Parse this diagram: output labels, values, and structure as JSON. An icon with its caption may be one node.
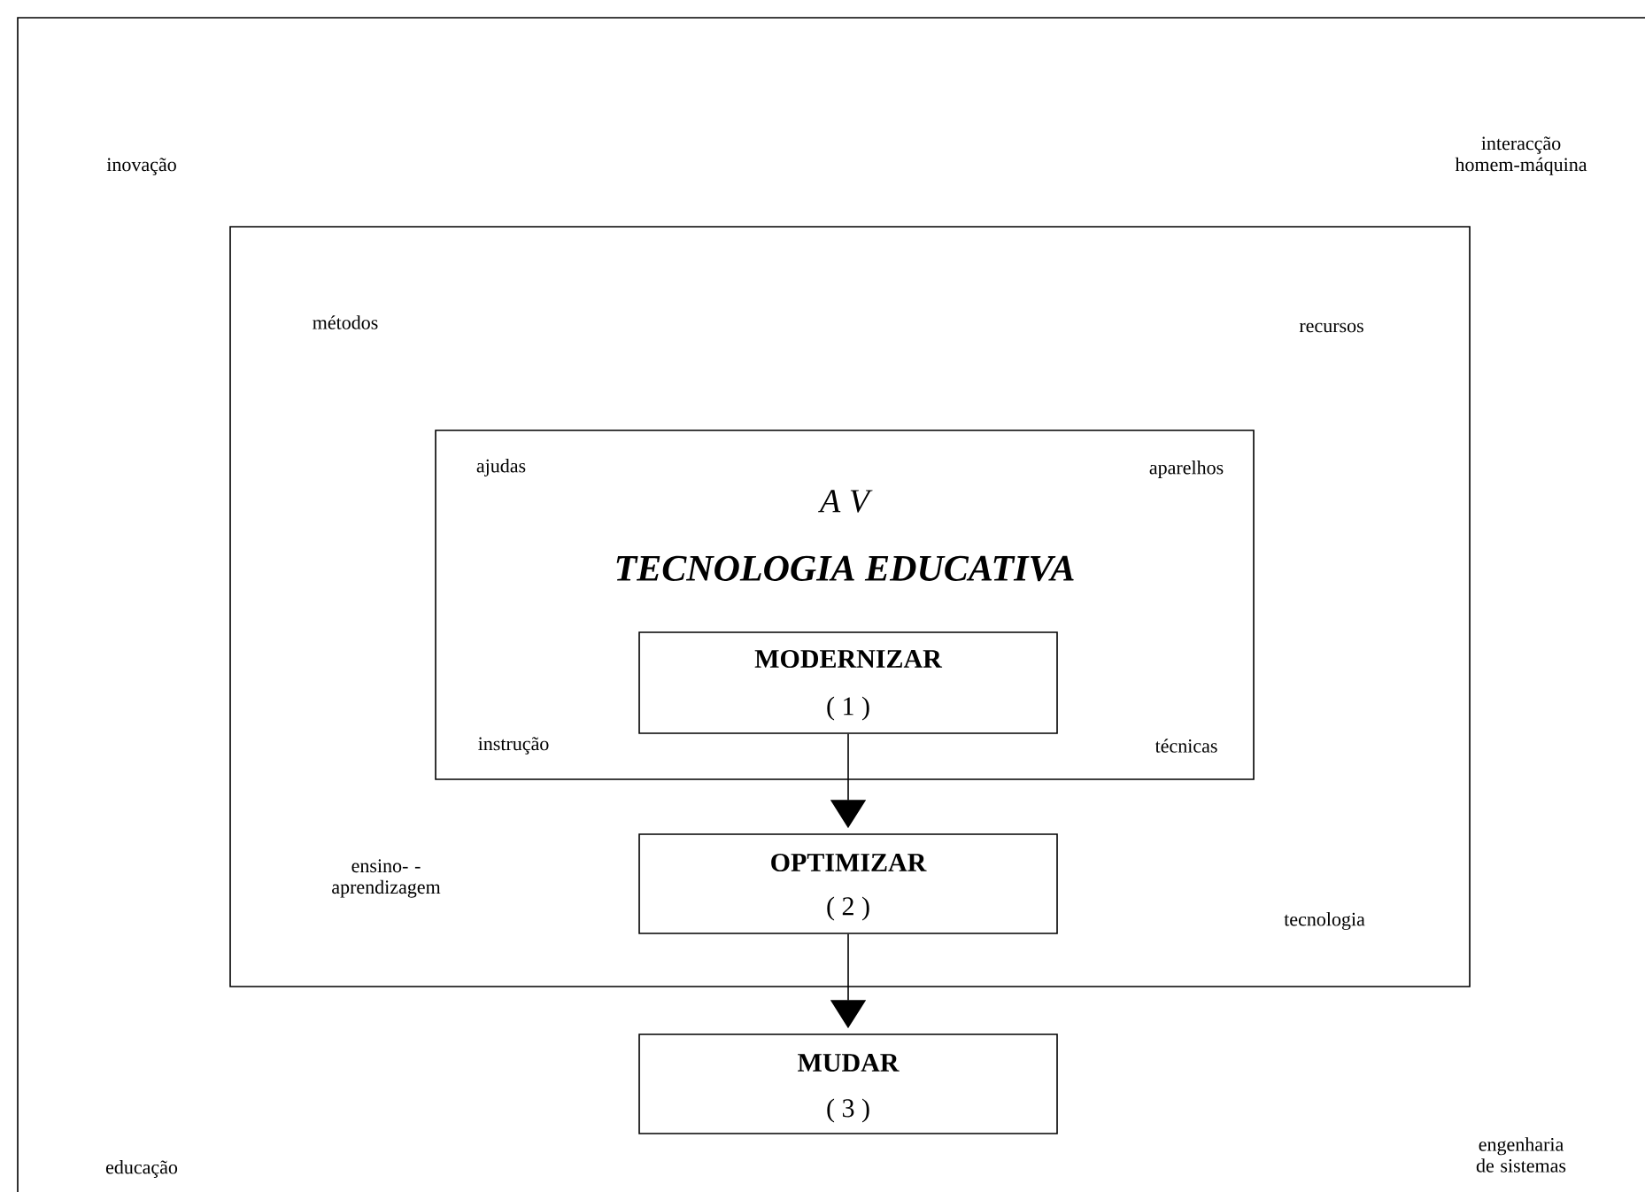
{
  "diagram": {
    "nodes": [
      {
        "text": [
          "métodos",
          "recursos",
          "ensino- -aprendizagem",
          "tecnologia"
        ]
      },
      {
        "text": [
          "A V",
          "TECNOLOGIA EDUCATIVA",
          "ajudas",
          "aparelhos",
          "instrução",
          "técnicas"
        ],
        "in": 0
      },
      {
        "text": [
          "MODERNIZAR",
          "( 1 )"
        ],
        "in": 1
      },
      {
        "text": [
          "OPTIMIZAR",
          "( 2 )"
        ],
        "in": 0
      },
      {
        "text": [
          "MUDAR",
          "( 3 )"
        ]
      }
    ],
    "edges": [
      {
        "from": 2,
        "to": 3,
        "arrow": "to"
      },
      {
        "from": 3,
        "to": 4,
        "arrow": "to"
      }
    ],
    "labels": [
      "inovação",
      "interacção homem-máquina",
      "educação",
      "engenharia de sistemas"
    ]
  }
}
